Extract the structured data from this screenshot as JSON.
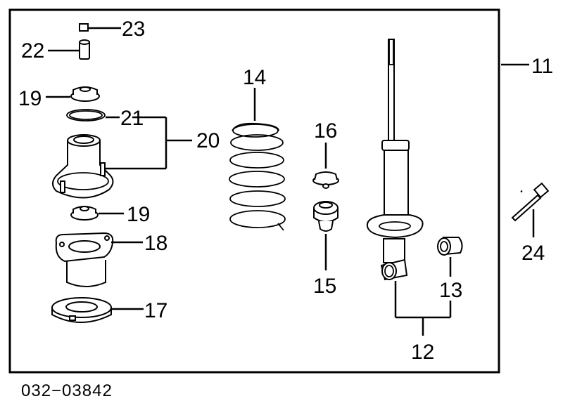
{
  "diagram": {
    "labels": {
      "l11": "11",
      "l12": "12",
      "l13": "13",
      "l14": "14",
      "l15": "15",
      "l16": "16",
      "l17": "17",
      "l18": "18",
      "l19a": "19",
      "l19b": "19",
      "l20": "20",
      "l21": "21",
      "l22": "22",
      "l23": "23",
      "l24": "24"
    },
    "diagram_code": "032−03842"
  }
}
